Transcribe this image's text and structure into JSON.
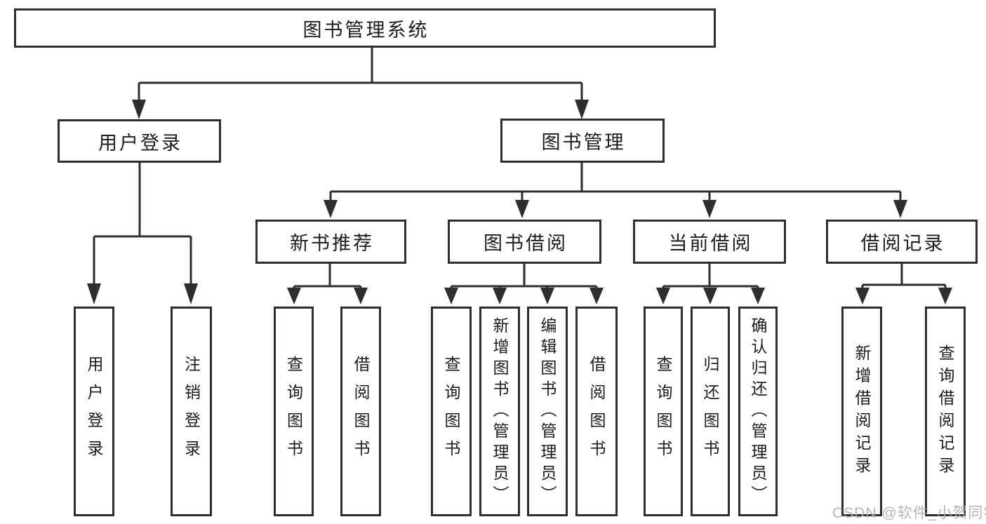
{
  "tree": {
    "root": {
      "label": "图书管理系统",
      "children": [
        {
          "label": "用户登录",
          "children": [
            {
              "label": "用户登录"
            },
            {
              "label": "注销登录"
            }
          ]
        },
        {
          "label": "图书管理",
          "children": [
            {
              "label": "新书推荐",
              "children": [
                {
                  "label": "查询图书"
                },
                {
                  "label": "借阅图书"
                }
              ]
            },
            {
              "label": "图书借阅",
              "children": [
                {
                  "label": "查询图书"
                },
                {
                  "label": "新增图书（管理员）"
                },
                {
                  "label": "编辑图书（管理员）"
                },
                {
                  "label": "借阅图书"
                }
              ]
            },
            {
              "label": "当前借阅",
              "children": [
                {
                  "label": "查询图书"
                },
                {
                  "label": "归还图书"
                },
                {
                  "label": "确认归还（管理员）"
                }
              ]
            },
            {
              "label": "借阅记录",
              "children": [
                {
                  "label": "新增借阅记录"
                },
                {
                  "label": "查询借阅记录"
                }
              ]
            }
          ]
        }
      ]
    }
  },
  "watermark": {
    "text": "CSDN @软件_小贺同学"
  },
  "colors": {
    "line": "#2e2e2e",
    "box_border": "#2e2e2e",
    "text": "#1c1c1c",
    "watermark": "#b0b0b0",
    "background": "#ffffff"
  }
}
